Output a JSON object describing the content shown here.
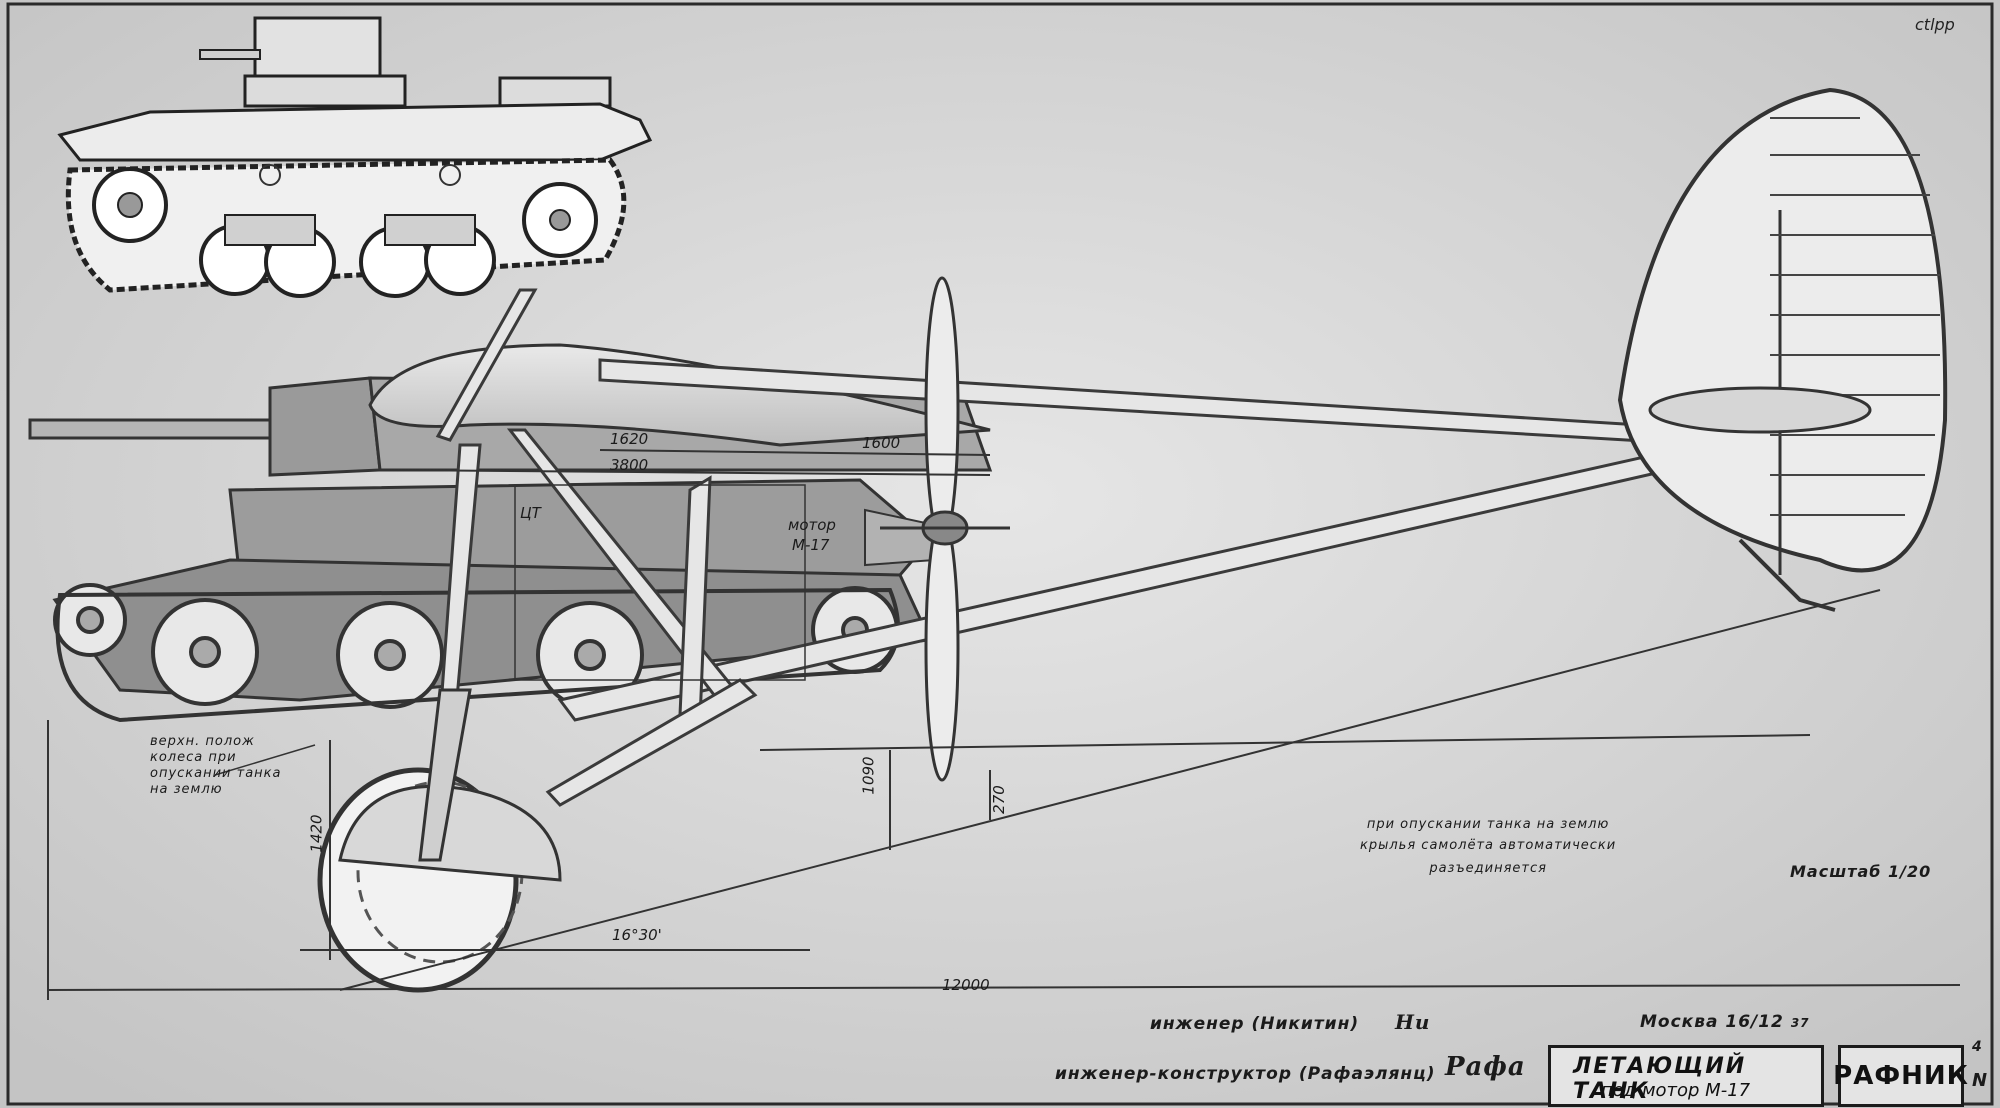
{
  "drawing": {
    "corner_text": "ctlpp",
    "dimensions": {
      "d1620": "1620",
      "d3800": "3800",
      "d1600": "1600",
      "d1090": "1090",
      "d270": "270",
      "d1420": "1420",
      "angle": "16°30'",
      "length": "12000"
    },
    "labels": {
      "motor": "мотор",
      "motor_model": "M-17",
      "cg_mark": "ЦТ",
      "wheel_note": [
        "верхн. полож",
        "колеса при",
        "опускании танка",
        "на землю"
      ],
      "ground_note": [
        "при опускании танка на землю",
        "крылья самолёта автоматически",
        "разъединяется"
      ]
    },
    "scale": "Масштаб 1/20",
    "signatures": {
      "engineer": "инженер (Никитин)",
      "engineer_sign": "Ни",
      "designer": "инженер-конструктор (Рафаэлянц)",
      "designer_sign": "Рафа",
      "place_date": "Москва 16/12 ",
      "date_year": "37"
    },
    "title_block": {
      "title": "ЛЕТАЮЩИЙ ТАНК",
      "subtitle": "под мотор М-17",
      "stamp": "РАФНИК",
      "edge_top": "4",
      "edge_bottom": "N"
    }
  }
}
